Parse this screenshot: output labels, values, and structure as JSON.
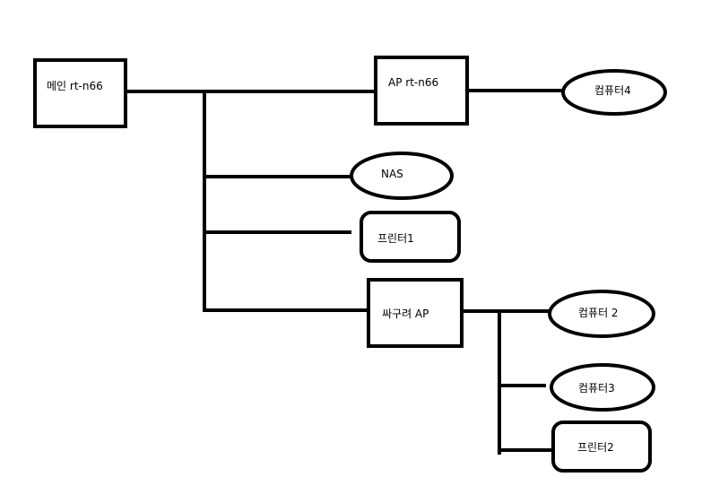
{
  "diagram": {
    "nodes": {
      "main_router": "메인 rt-n66",
      "ap_router": "AP rt-n66",
      "computer4": "컴퓨터4",
      "nas": "NAS",
      "printer1": "프린터1",
      "cheap_ap": "싸구려 AP",
      "computer2": "컴퓨터 2",
      "computer3": "컴퓨터3",
      "printer2": "프린터2"
    },
    "colors": {
      "stroke": "#000000",
      "background": "#ffffff"
    }
  }
}
